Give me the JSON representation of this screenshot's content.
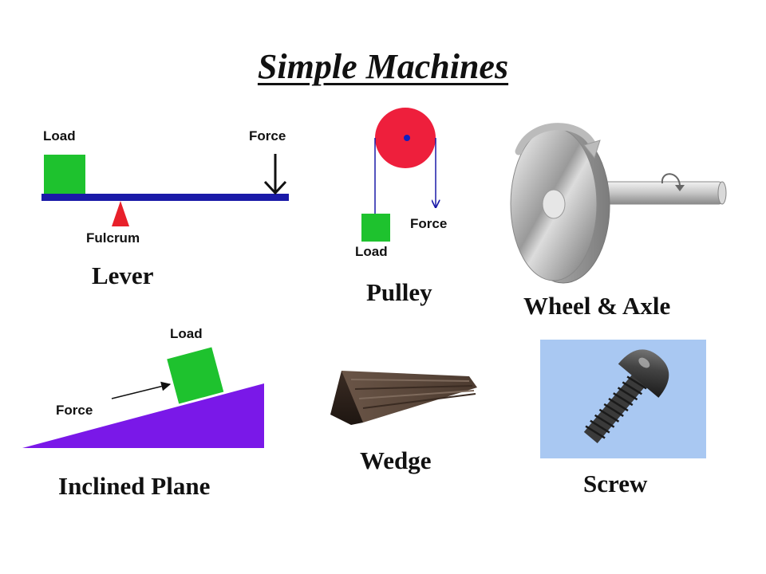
{
  "title": "Simple Machines",
  "lever": {
    "caption": "Lever",
    "load": "Load",
    "force": "Force",
    "fulcrum": "Fulcrum"
  },
  "pulley": {
    "caption": "Pulley",
    "load": "Load",
    "force": "Force"
  },
  "wheel_axle": {
    "caption": "Wheel & Axle"
  },
  "inclined_plane": {
    "caption": "Inclined Plane",
    "load": "Load",
    "force": "Force"
  },
  "wedge": {
    "caption": "Wedge"
  },
  "screw": {
    "caption": "Screw"
  },
  "colors": {
    "load": "#1ec22e",
    "lever_beam": "#1a1aa8",
    "fulcrum": "#e8202a",
    "pulley_wheel": "#ee1f3c",
    "pulley_axle": "#1020c0",
    "incline": "#7a18e8",
    "screw_bg": "#a9c8f2"
  }
}
